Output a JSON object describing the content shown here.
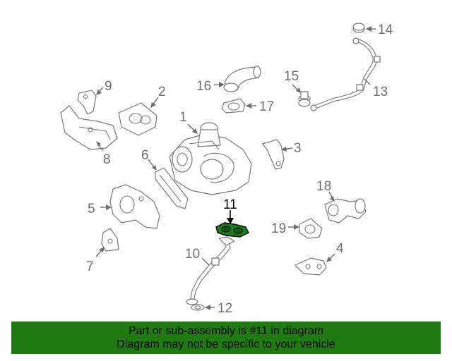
{
  "diagram": {
    "callouts": {
      "c1": "1",
      "c2": "2",
      "c3": "3",
      "c4": "4",
      "c5": "5",
      "c6": "6",
      "c7": "7",
      "c8": "8",
      "c9": "9",
      "c10": "10",
      "c11": "11",
      "c12": "12",
      "c13": "13",
      "c14": "14",
      "c15": "15",
      "c16": "16",
      "c17": "17",
      "c18": "18",
      "c19": "19"
    },
    "highlighted_part": "11",
    "highlight_color": "#1e7a1e"
  },
  "banner": {
    "line1": "Part or sub-assembly is #11 in diagram",
    "line2": "Diagram may not be specific to your vehicle",
    "background": "#1f7a12"
  }
}
